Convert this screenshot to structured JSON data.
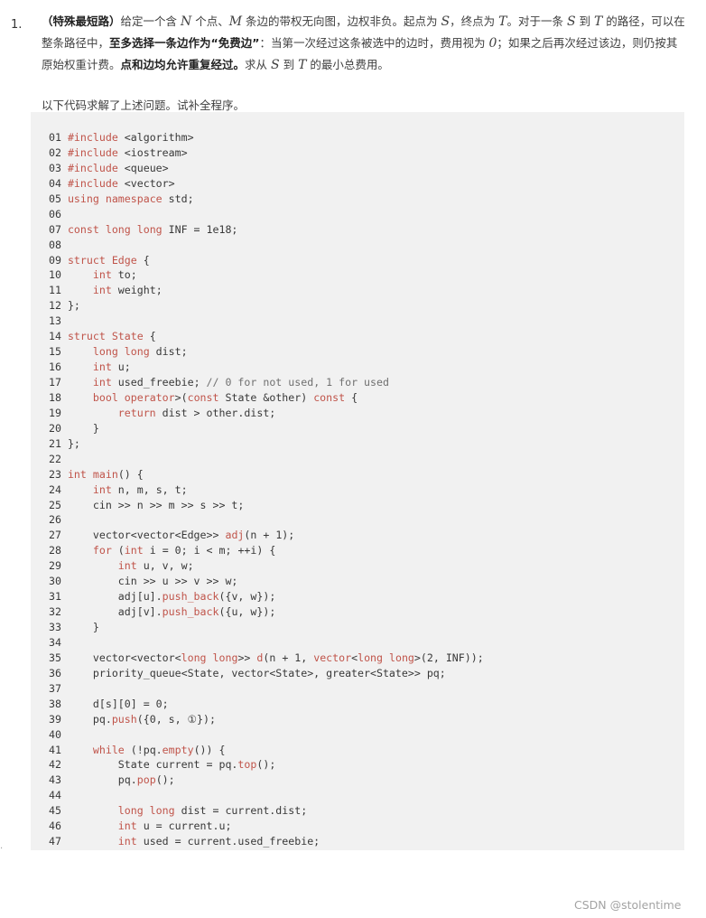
{
  "problem": {
    "number": "1.",
    "title": "（特殊最短路）",
    "seg1": "给定一个含 ",
    "N": "N",
    "seg2": " 个点、",
    "M": "M",
    "seg3": " 条边的带权无向图，边权非负。起点为 ",
    "S": "S",
    "seg4": "，终点为 ",
    "T": "T",
    "seg5": "。对于一条 ",
    "S2": "S",
    "seg6": " 到 ",
    "T2": "T",
    "seg7": " 的路径，可以在整条路径中，",
    "bold1": "至多选择一条边作为“免费边”",
    "seg8": "：当第一次经过这条被选中的边时，费用视为 ",
    "zero": "0",
    "seg9": "；如果之后再次经过该边，则仍按其原始权重计费。",
    "bold2": "点和边均允许重复经过。",
    "seg10": "求从 ",
    "S3": "S",
    "seg11": " 到 ",
    "T3": "T",
    "seg12": " 的最小总费用。"
  },
  "subtitle": "以下代码求解了上述问题。试补全程序。",
  "code_lines": [
    [
      [
        "ln",
        "01 "
      ],
      [
        "kw",
        "#include"
      ],
      [
        "t",
        " <algorithm>"
      ]
    ],
    [
      [
        "ln",
        "02 "
      ],
      [
        "kw",
        "#include"
      ],
      [
        "t",
        " <iostream>"
      ]
    ],
    [
      [
        "ln",
        "03 "
      ],
      [
        "kw",
        "#include"
      ],
      [
        "t",
        " <queue>"
      ]
    ],
    [
      [
        "ln",
        "04 "
      ],
      [
        "kw",
        "#include"
      ],
      [
        "t",
        " <vector>"
      ]
    ],
    [
      [
        "ln",
        "05 "
      ],
      [
        "kw",
        "using namespace"
      ],
      [
        "t",
        " std;"
      ]
    ],
    [
      [
        "ln",
        "06"
      ]
    ],
    [
      [
        "ln",
        "07 "
      ],
      [
        "kw",
        "const long long"
      ],
      [
        "t",
        " INF = 1e18;"
      ]
    ],
    [
      [
        "ln",
        "08"
      ]
    ],
    [
      [
        "ln",
        "09 "
      ],
      [
        "kw",
        "struct"
      ],
      [
        "t",
        " "
      ],
      [
        "kw",
        "Edge"
      ],
      [
        "t",
        " {"
      ]
    ],
    [
      [
        "ln",
        "10     "
      ],
      [
        "kw",
        "int"
      ],
      [
        "t",
        " to;"
      ]
    ],
    [
      [
        "ln",
        "11     "
      ],
      [
        "kw",
        "int"
      ],
      [
        "t",
        " weight;"
      ]
    ],
    [
      [
        "ln",
        "12 "
      ],
      [
        "t",
        "};"
      ]
    ],
    [
      [
        "ln",
        "13"
      ]
    ],
    [
      [
        "ln",
        "14 "
      ],
      [
        "kw",
        "struct"
      ],
      [
        "t",
        " "
      ],
      [
        "kw",
        "State"
      ],
      [
        "t",
        " {"
      ]
    ],
    [
      [
        "ln",
        "15     "
      ],
      [
        "kw",
        "long long"
      ],
      [
        "t",
        " dist;"
      ]
    ],
    [
      [
        "ln",
        "16     "
      ],
      [
        "kw",
        "int"
      ],
      [
        "t",
        " u;"
      ]
    ],
    [
      [
        "ln",
        "17     "
      ],
      [
        "kw",
        "int"
      ],
      [
        "t",
        " used_freebie; "
      ],
      [
        "cm",
        "// 0 for not used, 1 for used"
      ]
    ],
    [
      [
        "ln",
        "18     "
      ],
      [
        "kw",
        "bool"
      ],
      [
        "t",
        " "
      ],
      [
        "kw",
        "operator"
      ],
      [
        "t",
        ">("
      ],
      [
        "kw",
        "const"
      ],
      [
        "t",
        " State &other) "
      ],
      [
        "kw",
        "const"
      ],
      [
        "t",
        " {"
      ]
    ],
    [
      [
        "ln",
        "19         "
      ],
      [
        "kw",
        "return"
      ],
      [
        "t",
        " dist > other.dist;"
      ]
    ],
    [
      [
        "ln",
        "20     "
      ],
      [
        "t",
        "}"
      ]
    ],
    [
      [
        "ln",
        "21 "
      ],
      [
        "t",
        "};"
      ]
    ],
    [
      [
        "ln",
        "22"
      ]
    ],
    [
      [
        "ln",
        "23 "
      ],
      [
        "kw",
        "int"
      ],
      [
        "t",
        " "
      ],
      [
        "fn",
        "main"
      ],
      [
        "t",
        "() {"
      ]
    ],
    [
      [
        "ln",
        "24     "
      ],
      [
        "kw",
        "int"
      ],
      [
        "t",
        " n, m, s, t;"
      ]
    ],
    [
      [
        "ln",
        "25     "
      ],
      [
        "t",
        "cin >> n >> m >> s >> t;"
      ]
    ],
    [
      [
        "ln",
        "26"
      ]
    ],
    [
      [
        "ln",
        "27     "
      ],
      [
        "t",
        "vector<vector<Edge>> "
      ],
      [
        "fn",
        "adj"
      ],
      [
        "t",
        "(n + 1);"
      ]
    ],
    [
      [
        "ln",
        "28     "
      ],
      [
        "kw",
        "for"
      ],
      [
        "t",
        " ("
      ],
      [
        "kw",
        "int"
      ],
      [
        "t",
        " i = 0; i < m; ++i) {"
      ]
    ],
    [
      [
        "ln",
        "29         "
      ],
      [
        "kw",
        "int"
      ],
      [
        "t",
        " u, v, w;"
      ]
    ],
    [
      [
        "ln",
        "30         "
      ],
      [
        "t",
        "cin >> u >> v >> w;"
      ]
    ],
    [
      [
        "ln",
        "31         "
      ],
      [
        "t",
        "adj[u]."
      ],
      [
        "fn",
        "push_back"
      ],
      [
        "t",
        "({v, w});"
      ]
    ],
    [
      [
        "ln",
        "32         "
      ],
      [
        "t",
        "adj[v]."
      ],
      [
        "fn",
        "push_back"
      ],
      [
        "t",
        "({u, w});"
      ]
    ],
    [
      [
        "ln",
        "33     "
      ],
      [
        "t",
        "}"
      ]
    ],
    [
      [
        "ln",
        "34"
      ]
    ],
    [
      [
        "ln",
        "35     "
      ],
      [
        "t",
        "vector<vector<"
      ],
      [
        "kw",
        "long long"
      ],
      [
        "t",
        ">> "
      ],
      [
        "fn",
        "d"
      ],
      [
        "t",
        "(n + 1, "
      ],
      [
        "kw",
        "vector"
      ],
      [
        "t",
        "<"
      ],
      [
        "kw",
        "long long"
      ],
      [
        "t",
        ">(2, INF));"
      ]
    ],
    [
      [
        "ln",
        "36     "
      ],
      [
        "t",
        "priority_queue<State, vector<State>, greater<State>> pq;"
      ]
    ],
    [
      [
        "ln",
        "37"
      ]
    ],
    [
      [
        "ln",
        "38     "
      ],
      [
        "t",
        "d[s][0] = 0;"
      ]
    ],
    [
      [
        "ln",
        "39     "
      ],
      [
        "t",
        "pq."
      ],
      [
        "fn",
        "push"
      ],
      [
        "t",
        "({0, s, ①});"
      ]
    ],
    [
      [
        "ln",
        "40"
      ]
    ],
    [
      [
        "ln",
        "41     "
      ],
      [
        "kw",
        "while"
      ],
      [
        "t",
        " (!pq."
      ],
      [
        "fn",
        "empty"
      ],
      [
        "t",
        "()) {"
      ]
    ],
    [
      [
        "ln",
        "42         "
      ],
      [
        "t",
        "State current = pq."
      ],
      [
        "fn",
        "top"
      ],
      [
        "t",
        "();"
      ]
    ],
    [
      [
        "ln",
        "43         "
      ],
      [
        "t",
        "pq."
      ],
      [
        "fn",
        "pop"
      ],
      [
        "t",
        "();"
      ]
    ],
    [
      [
        "ln",
        "44"
      ]
    ],
    [
      [
        "ln",
        "45         "
      ],
      [
        "kw",
        "long long"
      ],
      [
        "t",
        " dist = current.dist;"
      ]
    ],
    [
      [
        "ln",
        "46         "
      ],
      [
        "kw",
        "int"
      ],
      [
        "t",
        " u = current.u;"
      ]
    ],
    [
      [
        "ln",
        "47         "
      ],
      [
        "kw",
        "int"
      ],
      [
        "t",
        " used = current.used_freebie;"
      ]
    ]
  ],
  "watermark": "CSDN @stolentime"
}
